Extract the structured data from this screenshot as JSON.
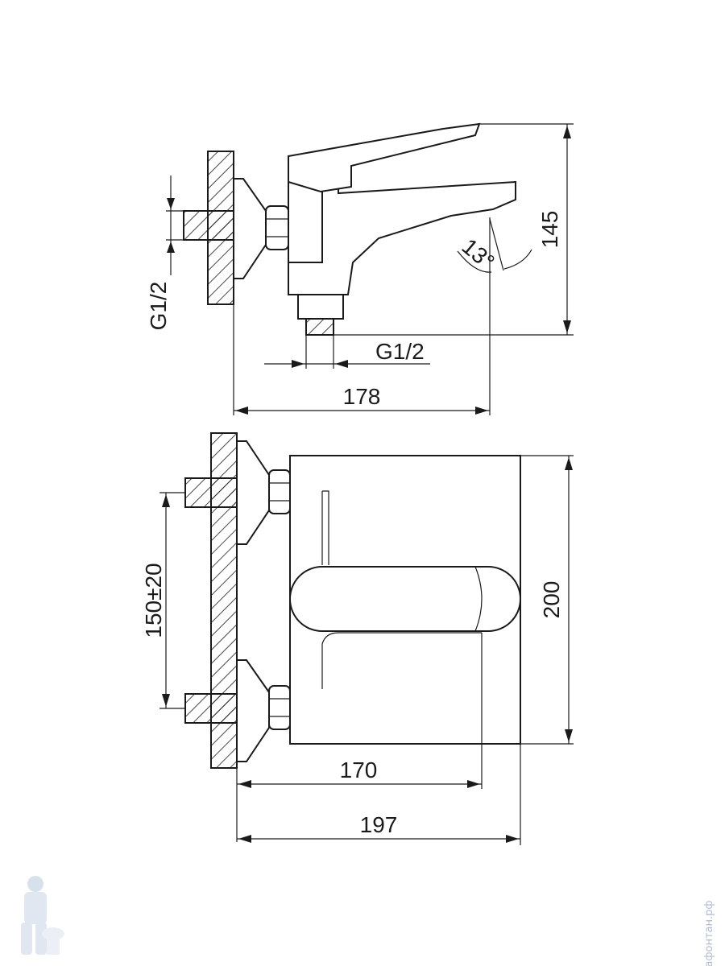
{
  "top_view": {
    "dim_height": "145",
    "dim_width": "178",
    "dim_thread_left": "G1/2",
    "dim_thread_bottom": "G1/2",
    "angle": "13°"
  },
  "front_view": {
    "dim_height": "200",
    "dim_center_distance": "150±20",
    "dim_width_inner": "170",
    "dim_width_outer": "197"
  },
  "watermark": {
    "text": "афонтан.рф"
  }
}
